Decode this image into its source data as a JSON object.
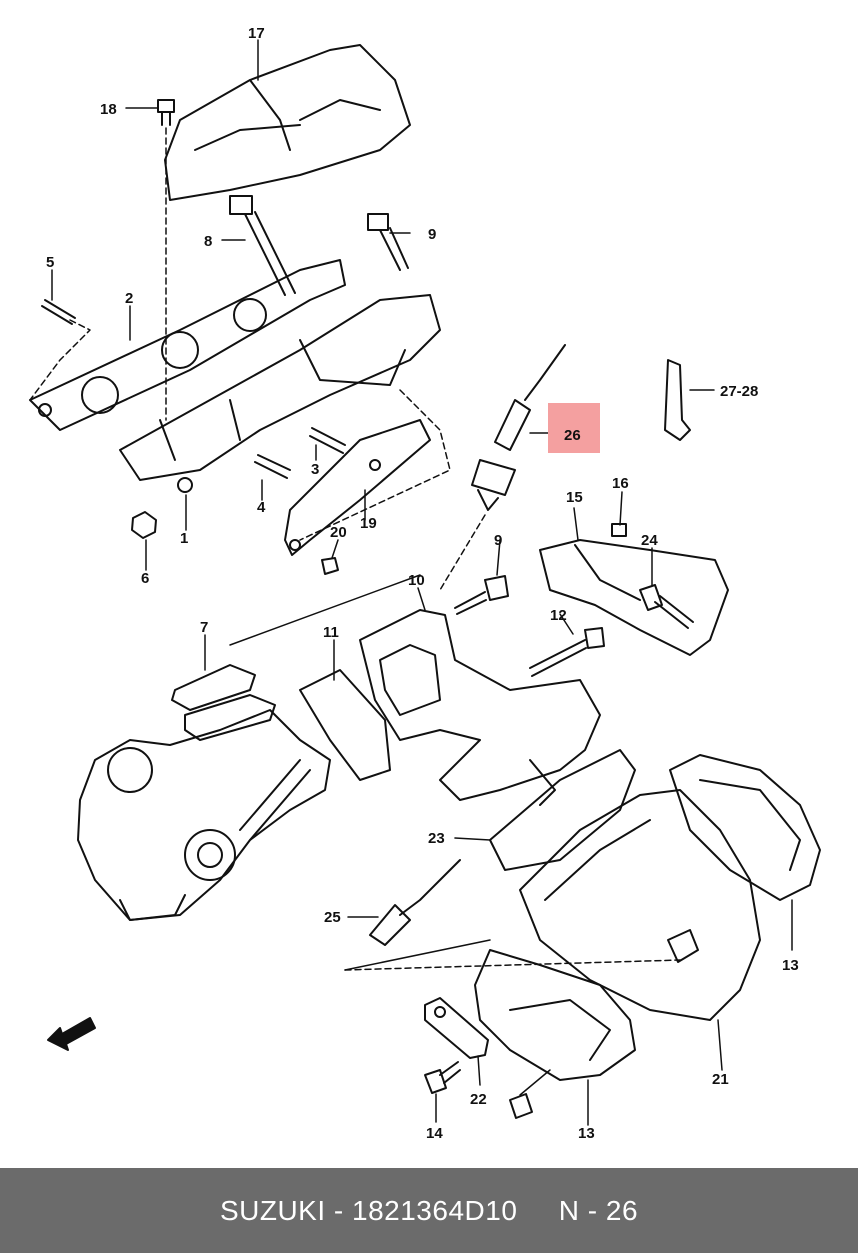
{
  "diagram": {
    "highlight_color": "#f4a0a0",
    "line_color": "#111111",
    "labels": {
      "p1": "1",
      "p2": "2",
      "p3": "3",
      "p4": "4",
      "p5": "5",
      "p6": "6",
      "p7": "7",
      "p8": "8",
      "p9a": "9",
      "p9b": "9",
      "p10": "10",
      "p11": "11",
      "p12": "12",
      "p13a": "13",
      "p13b": "13",
      "p14": "14",
      "p15": "15",
      "p16": "16",
      "p17": "17",
      "p18": "18",
      "p19": "19",
      "p20": "20",
      "p21": "21",
      "p22": "22",
      "p23": "23",
      "p24": "24",
      "p25": "25",
      "p26": "26",
      "p27": "27-28"
    }
  },
  "footer": {
    "brand": "SUZUKI",
    "sep1": " - ",
    "part_number": "1821364D10",
    "gap": "     ",
    "ref_prefix": "N - ",
    "ref_number": "26",
    "background": "#6b6b6b"
  }
}
